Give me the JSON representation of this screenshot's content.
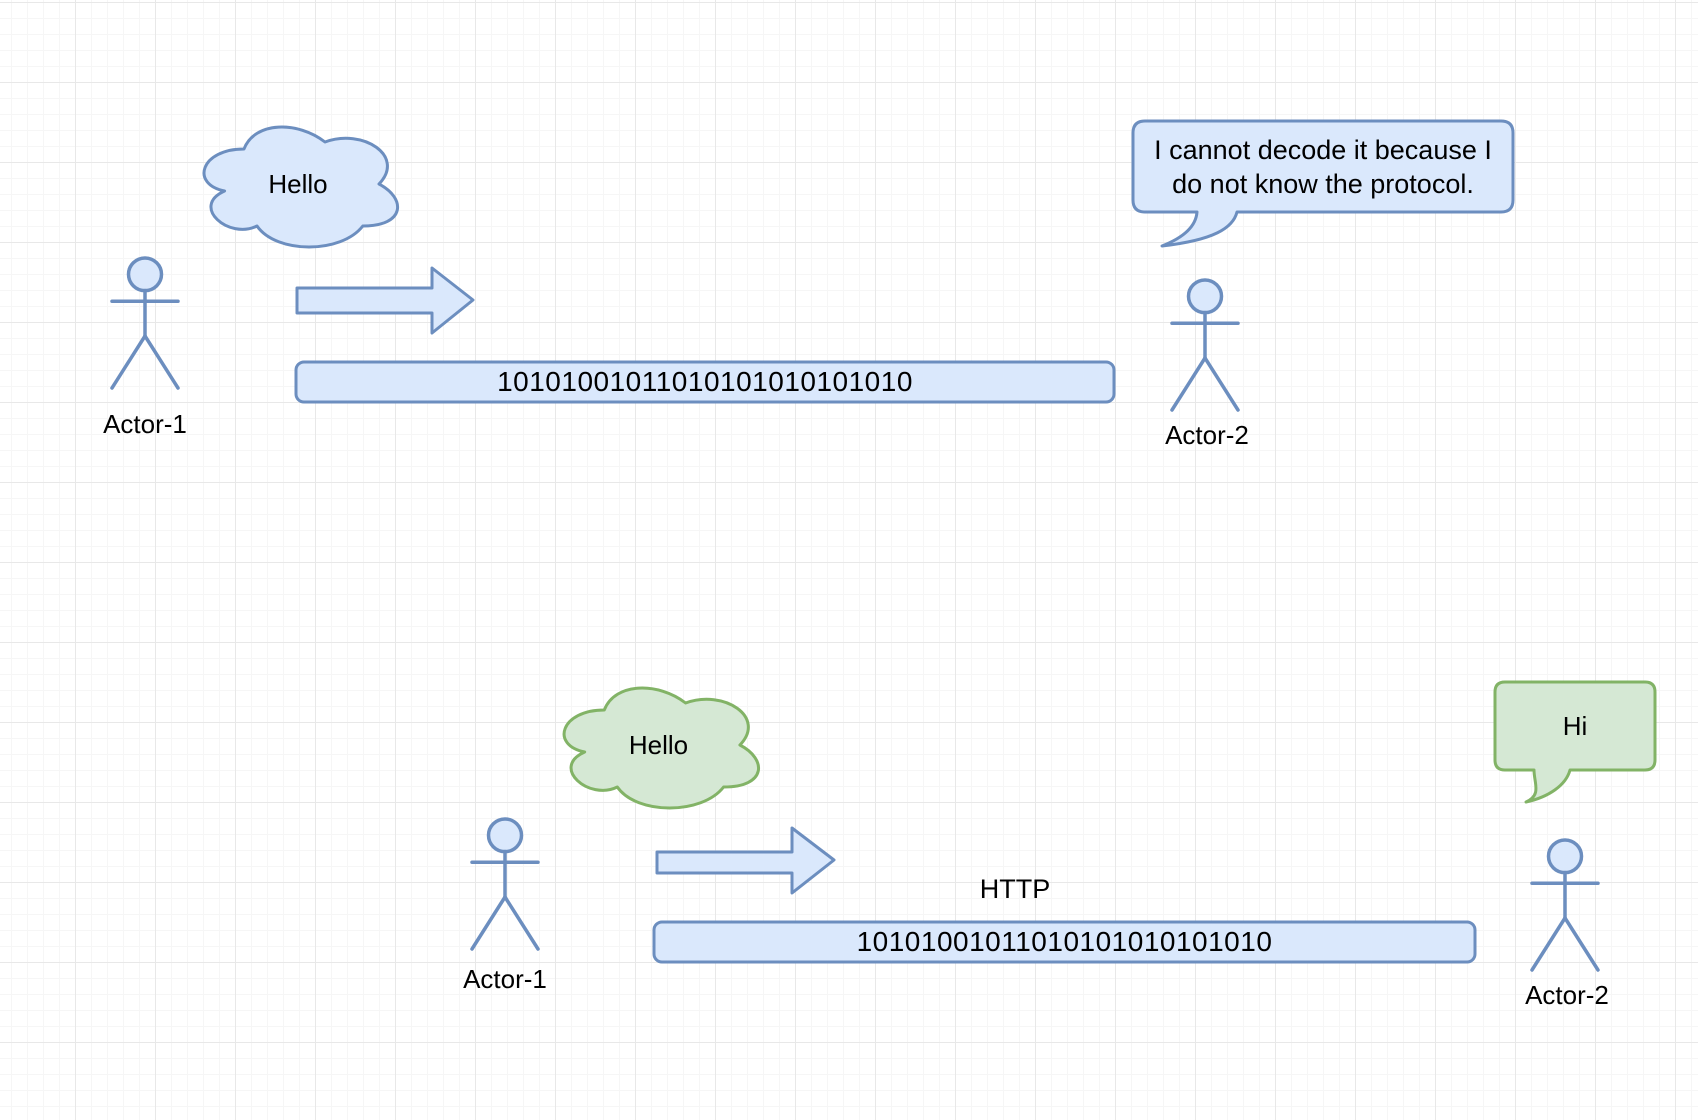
{
  "app": {
    "kind": "diagram-canvas",
    "background": "#ffffff",
    "grid_major_color": "#e8e8e8",
    "grid_minor_color": "#f6f6f6"
  },
  "palette": {
    "blue_fill": "#dae8fc",
    "blue_stroke": "#6c8ebf",
    "green_fill": "#d5e8d4",
    "green_stroke": "#82b366",
    "text_color": "#000000"
  },
  "scenario_without_protocol": {
    "sender": {
      "label": "Actor-1",
      "thought": "Hello"
    },
    "message": {
      "bits": "10101001011010101010101010"
    },
    "receiver": {
      "label": "Actor-2",
      "speech": "I cannot decode it because I do not know the protocol."
    }
  },
  "scenario_with_protocol": {
    "sender": {
      "label": "Actor-1",
      "thought": "Hello"
    },
    "message": {
      "protocol": "HTTP",
      "bits": "10101001011010101010101010"
    },
    "receiver": {
      "label": "Actor-2",
      "speech": "Hi"
    }
  }
}
